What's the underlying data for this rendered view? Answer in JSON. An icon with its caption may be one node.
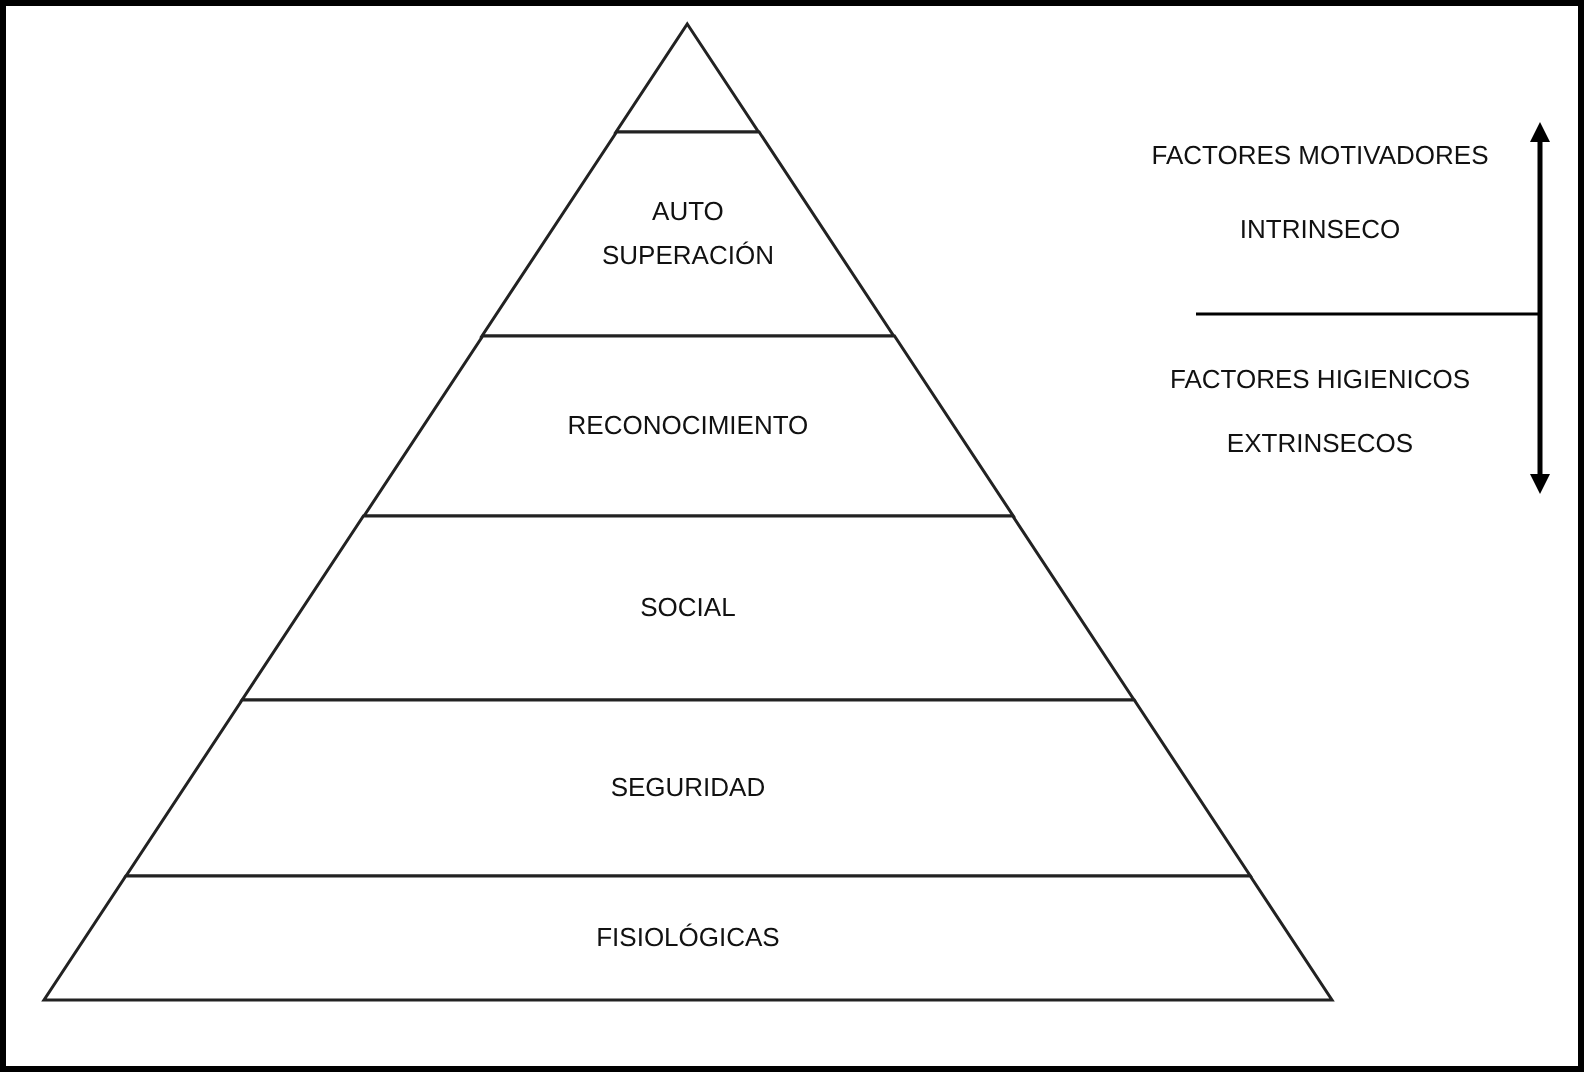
{
  "diagram": {
    "nodes": [
      {
        "text": [],
        "shape": "triangle"
      },
      {
        "text": [
          "AUTO SUPERACIÓN"
        ]
      },
      {
        "text": [
          "RECONOCIMIENTO"
        ]
      },
      {
        "text": [
          "SOCIAL"
        ]
      },
      {
        "text": [
          "SEGURIDAD"
        ]
      },
      {
        "text": [
          "FISIOLÓGICAS"
        ]
      }
    ],
    "labels": [
      "FACTORES MOTIVADORES",
      "INTRINSECO",
      "FACTORES HIGIENICOS",
      "EXTRINSECOS"
    ]
  }
}
